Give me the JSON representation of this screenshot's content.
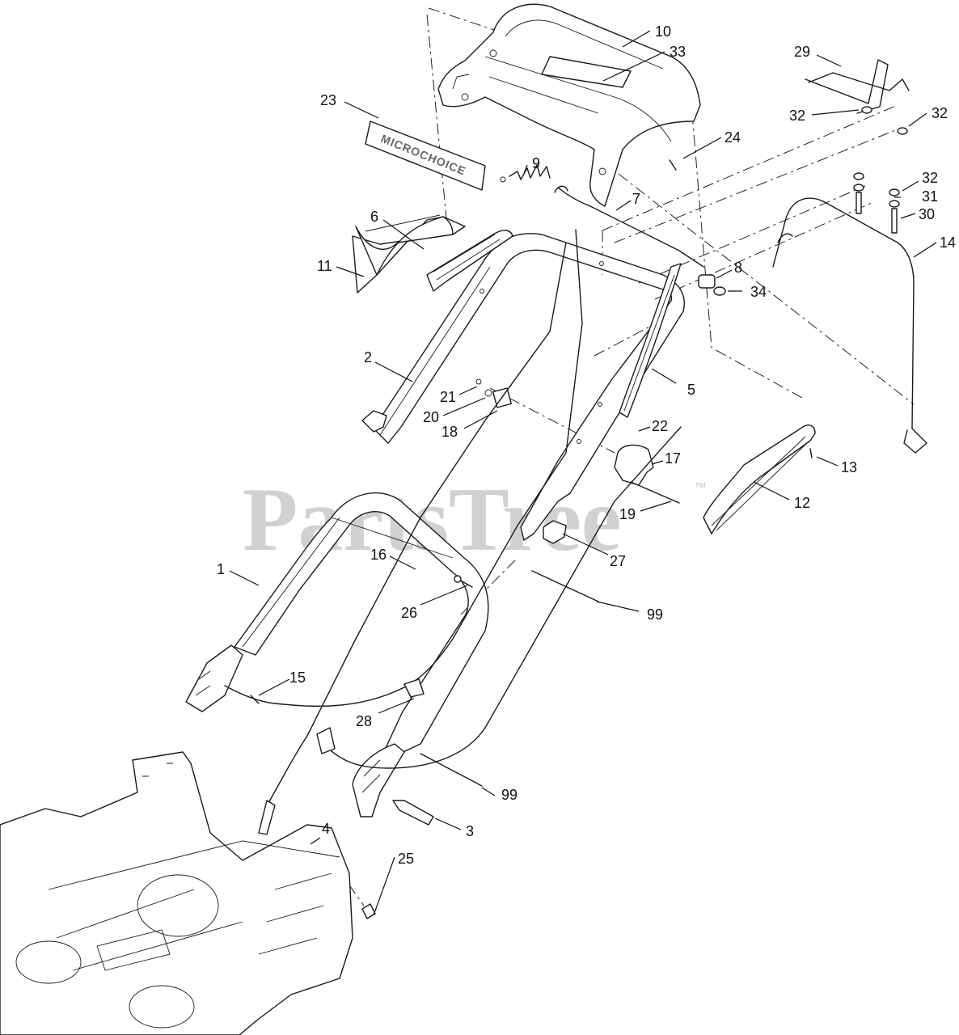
{
  "watermark": {
    "text": "PartsTree",
    "trademark": "™"
  },
  "colors": {
    "line": "#1a1a1a",
    "watermark": "#c9c9c9",
    "background": "#ffffff"
  },
  "callouts": [
    {
      "id": "c1",
      "label": "1"
    },
    {
      "id": "c2",
      "label": "2"
    },
    {
      "id": "c3",
      "label": "3"
    },
    {
      "id": "c4",
      "label": "4"
    },
    {
      "id": "c5",
      "label": "5"
    },
    {
      "id": "c6",
      "label": "6"
    },
    {
      "id": "c7",
      "label": "7"
    },
    {
      "id": "c8",
      "label": "8"
    },
    {
      "id": "c9",
      "label": "9"
    },
    {
      "id": "c10",
      "label": "10"
    },
    {
      "id": "c11",
      "label": "11"
    },
    {
      "id": "c12",
      "label": "12"
    },
    {
      "id": "c13",
      "label": "13"
    },
    {
      "id": "c14",
      "label": "14"
    },
    {
      "id": "c15",
      "label": "15"
    },
    {
      "id": "c16",
      "label": "16"
    },
    {
      "id": "c17",
      "label": "17"
    },
    {
      "id": "c18",
      "label": "18"
    },
    {
      "id": "c19",
      "label": "19"
    },
    {
      "id": "c20",
      "label": "20"
    },
    {
      "id": "c21",
      "label": "21"
    },
    {
      "id": "c22",
      "label": "22"
    },
    {
      "id": "c23",
      "label": "23"
    },
    {
      "id": "c24",
      "label": "24"
    },
    {
      "id": "c25",
      "label": "25"
    },
    {
      "id": "c26",
      "label": "26"
    },
    {
      "id": "c27",
      "label": "27"
    },
    {
      "id": "c28",
      "label": "28"
    },
    {
      "id": "c29",
      "label": "29"
    },
    {
      "id": "c30",
      "label": "30"
    },
    {
      "id": "c31",
      "label": "31"
    },
    {
      "id": "c32a",
      "label": "32"
    },
    {
      "id": "c32b",
      "label": "32"
    },
    {
      "id": "c32c",
      "label": "32"
    },
    {
      "id": "c33",
      "label": "33"
    },
    {
      "id": "c34",
      "label": "34"
    },
    {
      "id": "c99a",
      "label": "99"
    },
    {
      "id": "c99b",
      "label": "99"
    }
  ]
}
